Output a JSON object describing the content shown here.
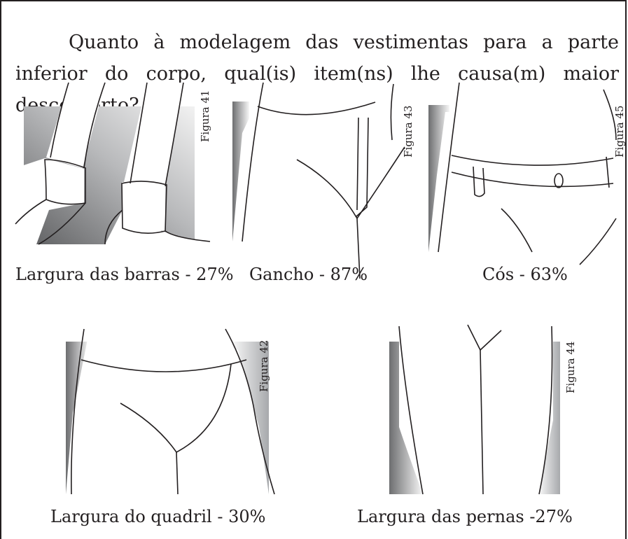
{
  "question": "Quanto à modelagem das vestimentas para a parte inferior do corpo, qual(is) item(ns) lhe causa(m) maior desconforto?",
  "figures": [
    {
      "label": "Figura 41",
      "caption": "Largura das barras - 27%",
      "percent": 27
    },
    {
      "label": "Figura 43",
      "caption": "Gancho - 87%",
      "percent": 87
    },
    {
      "label": "Figura 45",
      "caption": "Cós - 63%",
      "percent": 63
    },
    {
      "label": "Figura 42",
      "caption": "Largura do quadril - 30%",
      "percent": 30
    },
    {
      "label": "Figura 44",
      "caption": "Largura das pernas -27%",
      "percent": 27
    }
  ]
}
